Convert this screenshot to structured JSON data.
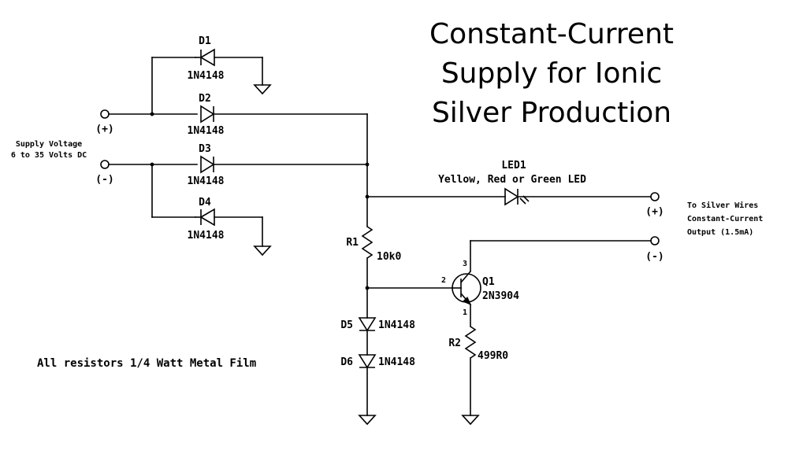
{
  "title": {
    "line1": "Constant-Current",
    "line2": "Supply for Ionic",
    "line3": "Silver Production"
  },
  "supply": {
    "label_line1": "Supply Voltage",
    "label_line2": "6 to 35 Volts DC",
    "plus": "(+)",
    "minus": "(-)"
  },
  "output": {
    "label_line1": "To Silver Wires",
    "label_line2": "Constant-Current",
    "label_line3": "Output (1.5mA)",
    "plus": "(+)",
    "minus": "(-)"
  },
  "components": {
    "d1": {
      "ref": "D1",
      "part": "1N4148"
    },
    "d2": {
      "ref": "D2",
      "part": "1N4148"
    },
    "d3": {
      "ref": "D3",
      "part": "1N4148"
    },
    "d4": {
      "ref": "D4",
      "part": "1N4148"
    },
    "d5": {
      "ref": "D5",
      "part": "1N4148"
    },
    "d6": {
      "ref": "D6",
      "part": "1N4148"
    },
    "led1": {
      "ref": "LED1",
      "desc": "Yellow, Red or Green LED"
    },
    "r1": {
      "ref": "R1",
      "value": "10k0"
    },
    "r2": {
      "ref": "R2",
      "value": "499R0"
    },
    "q1": {
      "ref": "Q1",
      "part": "2N3904",
      "pin_collector": "3",
      "pin_base": "2",
      "pin_emitter": "1"
    }
  },
  "note": "All resistors 1/4 Watt Metal Film"
}
